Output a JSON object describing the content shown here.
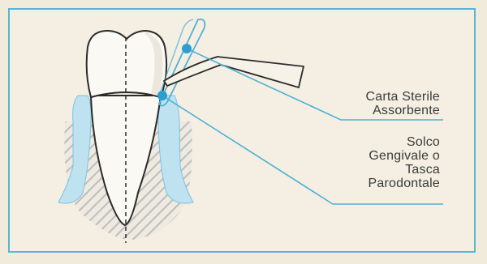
{
  "labels": {
    "paper": [
      "Carta Sterile",
      "Assorbente"
    ],
    "sulcus": [
      "Solco",
      "Gengivale o",
      "Tasca",
      "Parodontale"
    ]
  },
  "colors": {
    "frame": "#58b5d8",
    "leader": "#4fb0d6",
    "gum": "#bfe2f1",
    "hatch": "#bdbdbd",
    "outline": "#2b2b2b",
    "marker": "#2e9ed1"
  }
}
